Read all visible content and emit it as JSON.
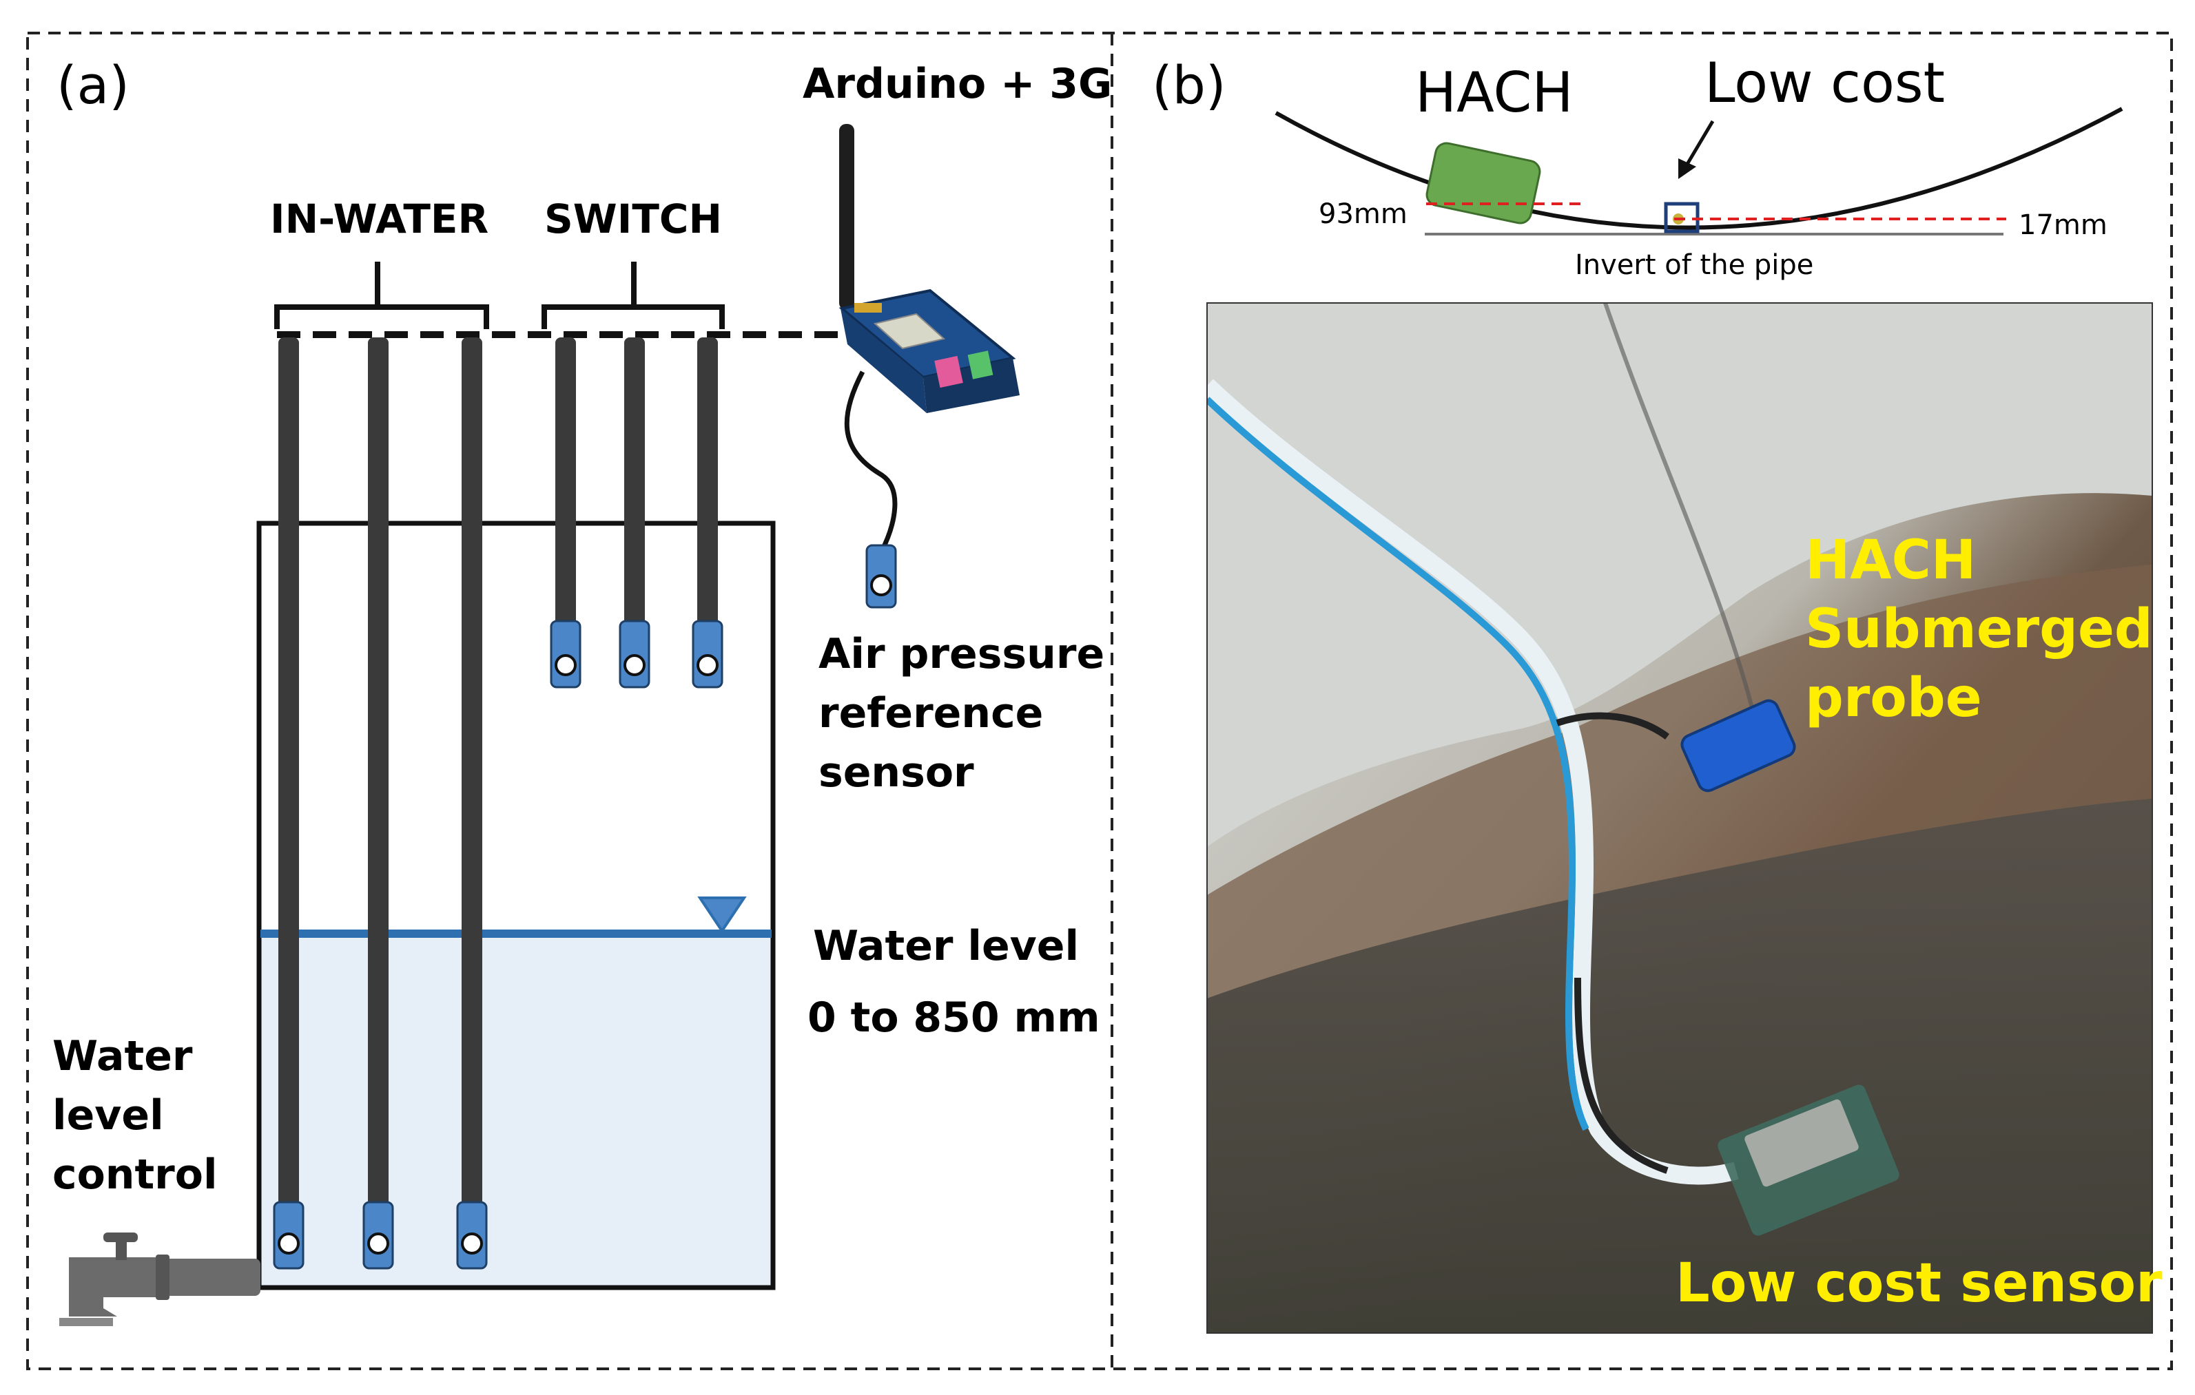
{
  "panel_a": {
    "tag": "(a)",
    "device_label": "Arduino + 3G",
    "group_inwater": "IN-WATER",
    "group_switch": "SWITCH",
    "air_sensor_label": [
      "Air pressure",
      "reference",
      "sensor"
    ],
    "water_level_label": [
      "Water level",
      "0 to 850 mm"
    ],
    "control_label": [
      "Water",
      "level",
      "control"
    ]
  },
  "panel_b": {
    "tag": "(b)",
    "hach": "HACH",
    "low_cost": "Low cost",
    "dim_left": "93mm",
    "dim_right": "17mm",
    "invert": "Invert of the pipe",
    "photo_hach": [
      "HACH",
      "Submerged",
      "probe"
    ],
    "photo_lowcost": "Low cost sensor"
  },
  "colors": {
    "rod": "#3a3a3a",
    "sensor_blue": "#4a86c8",
    "water_fill": "#e6eef8",
    "water_line": "#2e6fb0",
    "hach_green": "#6aa84f",
    "dash_red": "#e02020",
    "photo_yellow": "#ffee00"
  }
}
